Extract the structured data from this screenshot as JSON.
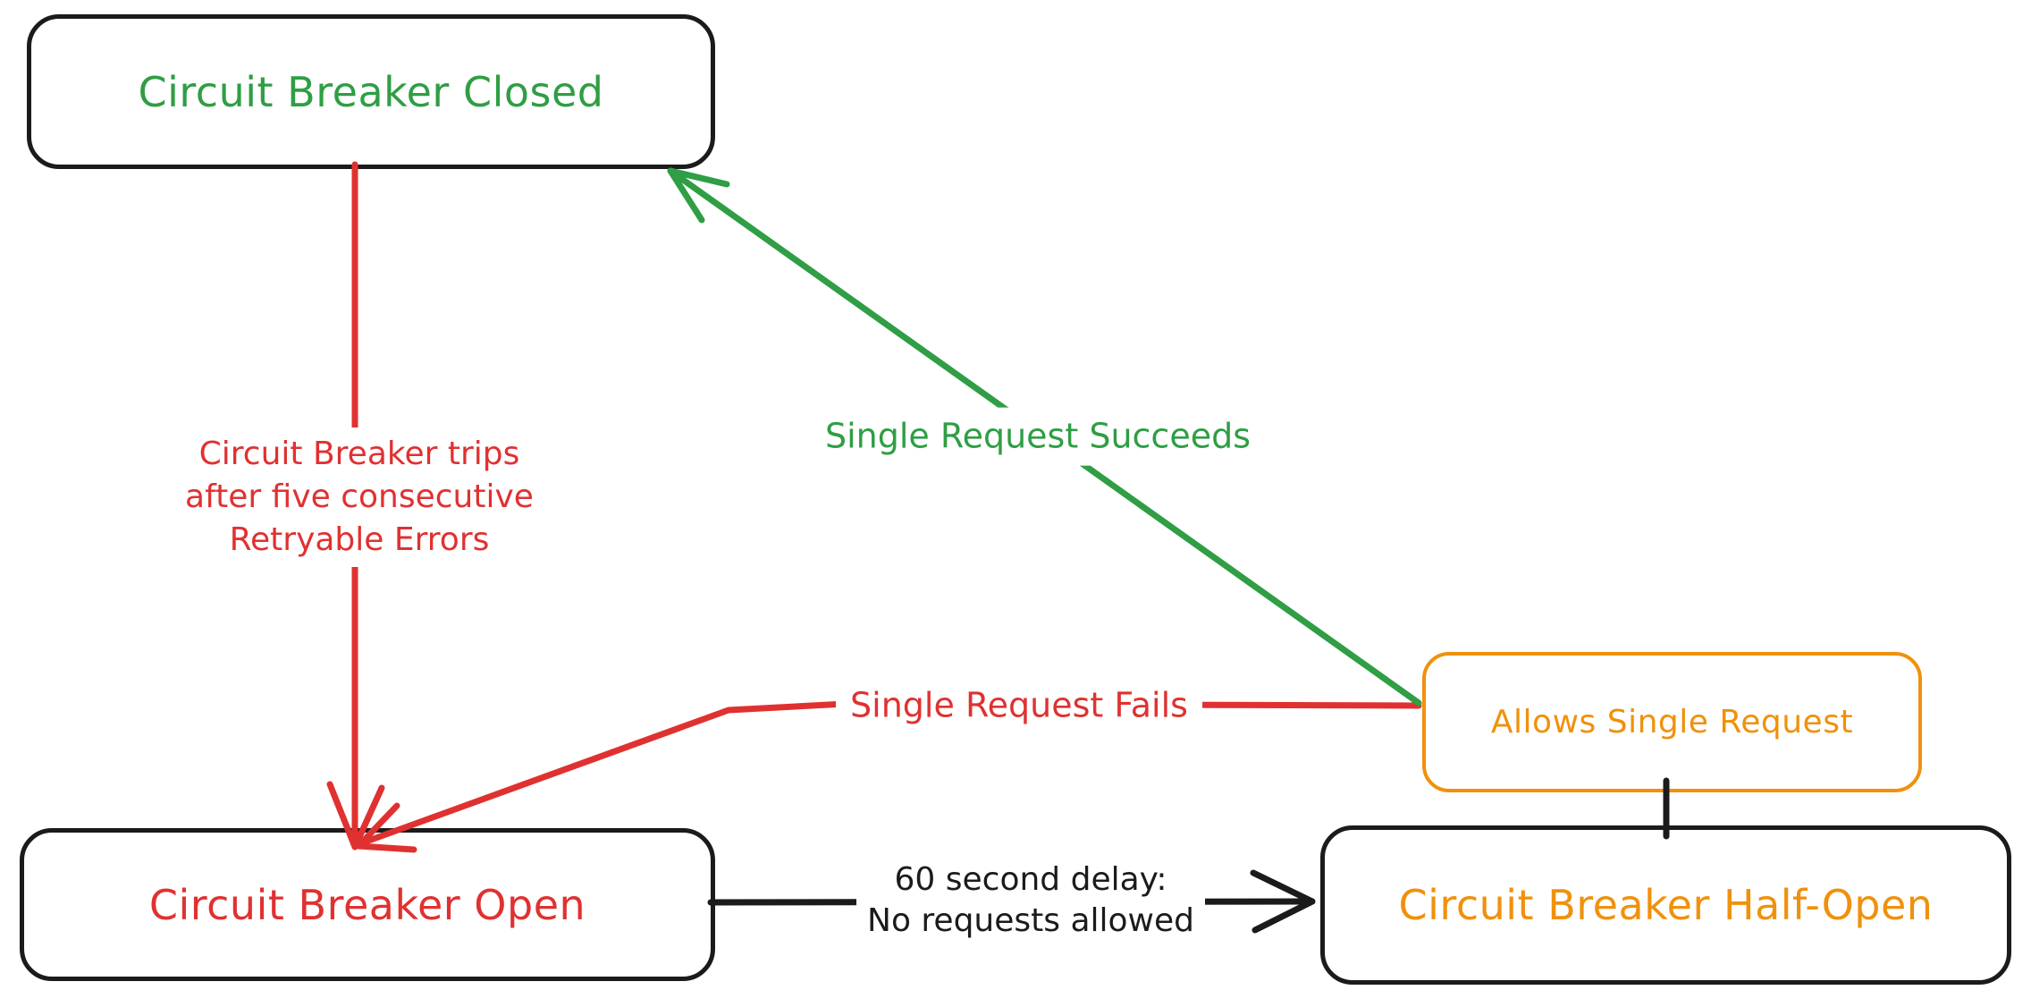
{
  "colors": {
    "background": "#ffffff",
    "green": "#2f9e44",
    "red": "#e03131",
    "orange": "#f0910c",
    "ink": "#1b1b1b"
  },
  "nodes": {
    "closed": {
      "label": "Circuit Breaker Closed"
    },
    "open": {
      "label": "Circuit Breaker Open"
    },
    "half_open": {
      "label": "Circuit Breaker Half-Open"
    },
    "allows": {
      "label": "Allows Single Request"
    }
  },
  "edges": {
    "trips": {
      "label": "Circuit Breaker trips\nafter five consecutive\nRetryable Errors"
    },
    "succeeds": {
      "label": "Single Request Succeeds"
    },
    "fails": {
      "label": "Single Request Fails"
    },
    "delay": {
      "label": "60 second delay:\nNo requests allowed"
    }
  }
}
